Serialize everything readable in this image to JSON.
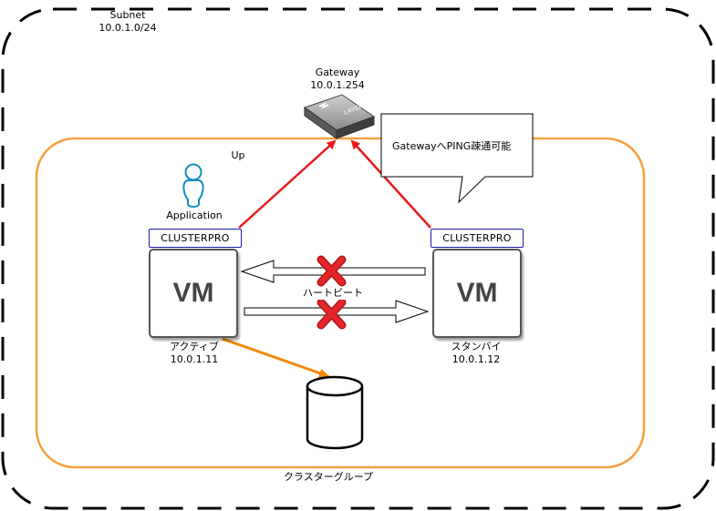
{
  "subnet": {
    "title": "Subnet",
    "cidr": "10.0.1.0/24"
  },
  "gateway": {
    "title": "Gateway",
    "ip": "10.0.1.254",
    "device_label": "LAYER 2"
  },
  "callout": {
    "text": "GatewayへPING疎通可能"
  },
  "up_label": "Up",
  "application_label": "Application",
  "heartbeat_label": "ハートビート",
  "cluster_group_label": "クラスターグループ",
  "active_node": {
    "agent": "CLUSTERPRO",
    "vm": "VM",
    "role": "アクティブ",
    "ip": "10.0.1.11"
  },
  "standby_node": {
    "agent": "CLUSTERPRO",
    "vm": "VM",
    "role": "スタンバイ",
    "ip": "10.0.1.12"
  },
  "colors": {
    "cluster_border": "#f5a03c",
    "ping_arrow": "#e8191a",
    "storage_arrow": "#f5880a",
    "user_icon": "#0f8fbf",
    "cross": "#e3262a",
    "agent_border": "#1a1ab0"
  }
}
